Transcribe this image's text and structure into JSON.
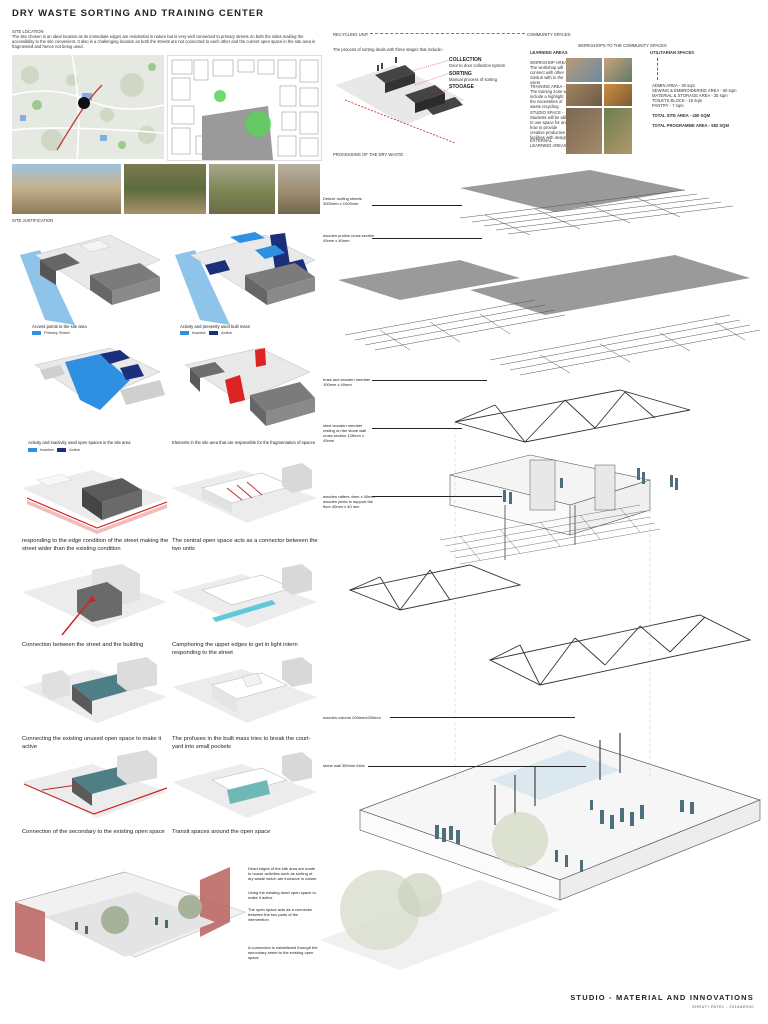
{
  "title": "DRY WASTE SORTING AND TRAINING CENTER",
  "site_location": {
    "heading": "SITE LOCATION",
    "text": "The site chosen is an ideal location as its immediate edges are residential in nature but is very well connected to primary streets on both the sides making the accessibility to the site convenient. It also is a challenging location as both the streets are not connected to each other and the current open space in the site area is fragmented and hence not being used."
  },
  "site_justification": "SITE JUSTIFICATION",
  "analysis": [
    {
      "caption": "Access points to the site area",
      "legend": [
        {
          "label": "Primary Street",
          "color": "#2f8fe0"
        }
      ]
    },
    {
      "caption": "Activity and presently used built mass",
      "legend": [
        {
          "label": "Inactive",
          "color": "#2f8fe0"
        },
        {
          "label": "Active",
          "color": "#1c2f7a"
        }
      ]
    },
    {
      "caption": "Activity and inactivity used open spaces in the site area",
      "legend": [
        {
          "label": "Inactive",
          "color": "#2f8fe0"
        },
        {
          "label": "Active",
          "color": "#1c2f7a"
        }
      ]
    },
    {
      "caption": "Elements in the site area that are responsible for the fragmentation of spaces",
      "legend": []
    }
  ],
  "strategies": [
    "responding to the edge condition of the street making the street wider than the existing condition",
    "The central open space acts as a connector between the two units",
    "Connection between the street and the building",
    "Camphoring the upper edges to get in light intern responding to the street",
    "Connecting the existing unused open space to make it active",
    "The profuses in the built mass tries to break the court-yard into small pockets",
    "Connection of the secondary to the existing open space",
    "Transit spaces around the open space"
  ],
  "bottom_callouts": [
    "Dead edges of the site area are made to house activities such as sorting of dry waste which are inclusive in nature",
    "Using the existing dead open space to make it active",
    "The open space acts as a connector between the two parts of the intervention",
    "A connection is established through the secondary street to the existing open space"
  ],
  "process": {
    "recycling_unit": "RECYCLING UNIT",
    "community_spaces": "COMMUNITY SPACES",
    "intro": "The process of sorting  deals with three stages that include:-",
    "stages": [
      {
        "name": "COLLECTION",
        "desc": "Door to door collection system"
      },
      {
        "name": "SORTING",
        "desc": "Manual process of sorting"
      },
      {
        "name": "STOOAGE",
        "desc": ""
      }
    ],
    "caption": "PROCESSING OF THE DRY WASTE"
  },
  "learning": {
    "heading": "LEARNING AREAS",
    "sub": "WORKSHOPS TO THE COMMUNITY SPACES",
    "items": [
      "WORKSHOP AREA - The workshop will connect with other Sinduri with to the users",
      "TRAINING AREA - The training zone will include a highlight the necessities of waste recycling",
      "STUDIO SPACE - Students will be able to use space for and how to provide creative productive facilities with design",
      "EXTERNAL LEARNING AREAS"
    ]
  },
  "utilitarian": {
    "heading": "UTILITARIAN SPACES",
    "items": [
      "ADMIN AREA - 30 sqm",
      "SEWING & EMBROIDERING AREA - 50 sqm",
      "MATERIAL & STORAGE AREA - 25 sqm",
      "TOILETS BLOCK - 15 sqm",
      "PANTRY - 7 sqm"
    ],
    "site_area": "TOTAL SITE AREA - 400 SQM",
    "programme_area": "TOTAL PROGRAMME AREA - 582 SQM"
  },
  "exploded_callouts": [
    "Deluxe roofing sheets 3000mm x 1000mm",
    "wooden purlins cross section 40mm x 40mm",
    "truss and wooden member 100mm x 40mm",
    "steel wooden member resting on the stone wall cross section 125mm x 40mm",
    "wooden rafters 4mm x 40mm wooden joints to support the floor 40mm x 40 mm",
    "wooden column 200mmx200mm",
    "stone wall 300mm thick"
  ],
  "studio": "STUDIO - MATERIAL AND INNOVATIONS",
  "credit": "SHRUTI PATEL - 2016AR000"
}
